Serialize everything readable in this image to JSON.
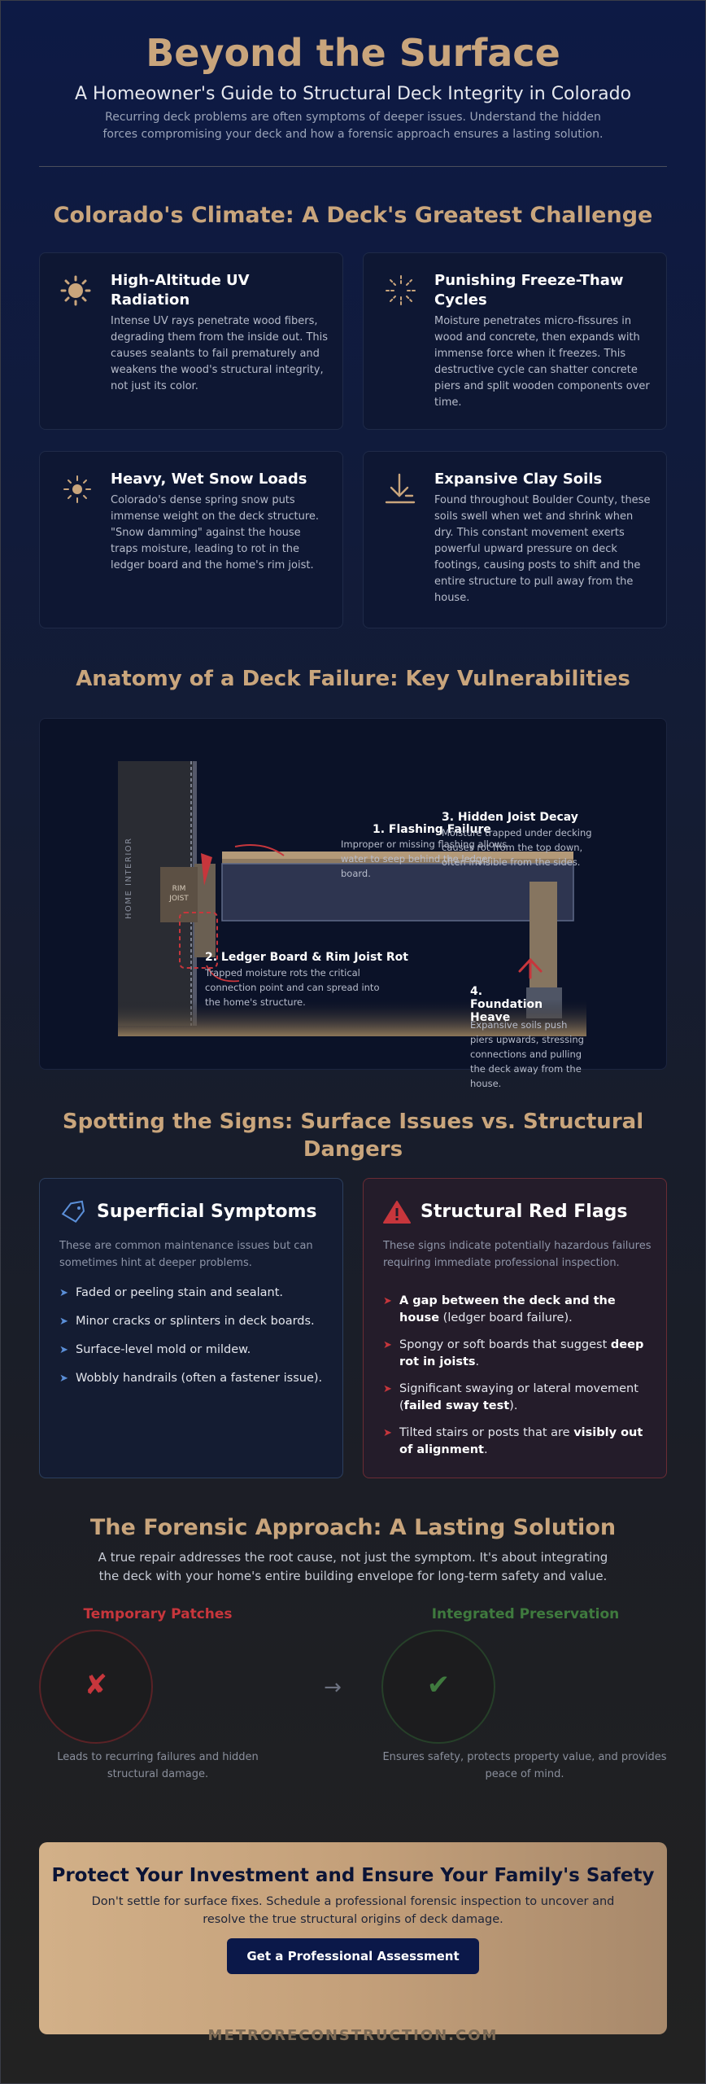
{
  "header": {
    "title": "Beyond the Surface",
    "subtitle": "A Homeowner's Guide to Structural Deck Integrity in Colorado",
    "description": "Recurring deck problems are often symptoms of deeper issues. Understand the hidden forces compromising your deck and how a forensic approach ensures a lasting solution."
  },
  "climate": {
    "title": "Colorado's Climate: A Deck's Greatest Challenge",
    "cards": [
      {
        "icon": "sun-icon",
        "title": "High-Altitude UV Radiation",
        "text": "Intense UV rays penetrate wood fibers, degrading them from the inside out. This causes sealants to fail prematurely and weakens the wood's structural integrity, not just its color."
      },
      {
        "icon": "freeze-thaw-icon",
        "title": "Punishing Freeze-Thaw Cycles",
        "text": "Moisture penetrates micro-fissures in wood and concrete, then expands with immense force when it freezes. This destructive cycle can shatter concrete piers and split wooden components over time."
      },
      {
        "icon": "snow-sun-icon",
        "title": "Heavy, Wet Snow Loads",
        "text": "Colorado's dense spring snow puts immense weight on the deck structure. \"Snow damming\" against the house traps moisture, leading to rot in the ledger board and the home's rim joist."
      },
      {
        "icon": "ground-arrow-icon",
        "title": "Expansive Clay Soils",
        "text": "Found throughout Boulder County, these soils swell when wet and shrink when dry. This constant movement exerts powerful upward pressure on deck footings, causing posts to shift and the entire structure to pull away from the house."
      }
    ]
  },
  "anatomy": {
    "title": "Anatomy of a Deck Failure: Key Vulnerabilities",
    "home_interior": "HOME INTERIOR",
    "rim_joist": [
      "RIM",
      "JOIST"
    ],
    "labels": [
      {
        "title": "1. Flashing Failure",
        "text": "Improper or missing flashing allows water to seep behind the ledger board."
      },
      {
        "title": "2. Ledger Board & Rim Joist Rot",
        "text": "Trapped moisture rots the critical connection point and can spread into the home's structure."
      },
      {
        "title": "3. Hidden Joist Decay",
        "text": "Moisture trapped under decking causes rot from the top down, often invisible from the sides."
      },
      {
        "title": "4. Foundation Heave",
        "text": "Expansive soils push piers upwards, stressing connections and pulling the deck away from the house."
      }
    ]
  },
  "signs": {
    "title": "Spotting the Signs: Surface Issues vs. Structural Dangers",
    "superficial": {
      "title": "Superficial Symptoms",
      "intro": "These are common maintenance issues but can sometimes hint at deeper problems.",
      "items": [
        "Faded or peeling stain and sealant.",
        "Minor cracks or splinters in deck boards.",
        "Surface-level mold or mildew.",
        "Wobbly handrails (often a fastener issue)."
      ]
    },
    "red_flags": {
      "title": "Structural Red Flags",
      "intro": "These signs indicate potentially hazardous failures requiring immediate professional inspection.",
      "items": [
        {
          "bold": "A gap between the deck and the house",
          "rest": " (ledger board failure)."
        },
        {
          "pre": "Spongy or soft boards that suggest ",
          "bold": "deep rot in joists",
          "rest": "."
        },
        {
          "pre": "Significant swaying or lateral movement (",
          "bold": "failed sway test",
          "rest": ")."
        },
        {
          "pre": "Tilted stairs or posts that are ",
          "bold": "visibly out of alignment",
          "rest": "."
        }
      ]
    }
  },
  "forensic": {
    "title": "The Forensic Approach: A Lasting Solution",
    "description": "A true repair addresses the root cause, not just the symptom. It's about integrating the deck with your home's entire building envelope for long-term safety and value.",
    "temporary": {
      "label": "Temporary Patches",
      "caption": "Leads to recurring failures and hidden structural damage."
    },
    "integrated": {
      "label": "Integrated Preservation",
      "caption": "Ensures safety, protects property value, and provides peace of mind."
    },
    "arrow": "→"
  },
  "cta": {
    "title": "Protect Your Investment and Ensure Your Family's Safety",
    "text": "Don't settle for surface fixes. Schedule a professional forensic inspection to uncover and resolve the true structural origins of deck damage.",
    "button": "Get a Professional Assessment"
  },
  "footer": "METRORECONSTRUCTION.COM",
  "colors": {
    "accent": "#c9a57c",
    "danger": "#c7363c",
    "success": "#3f7a3e",
    "info": "#5b8fd8",
    "navy": "#0b1849"
  }
}
